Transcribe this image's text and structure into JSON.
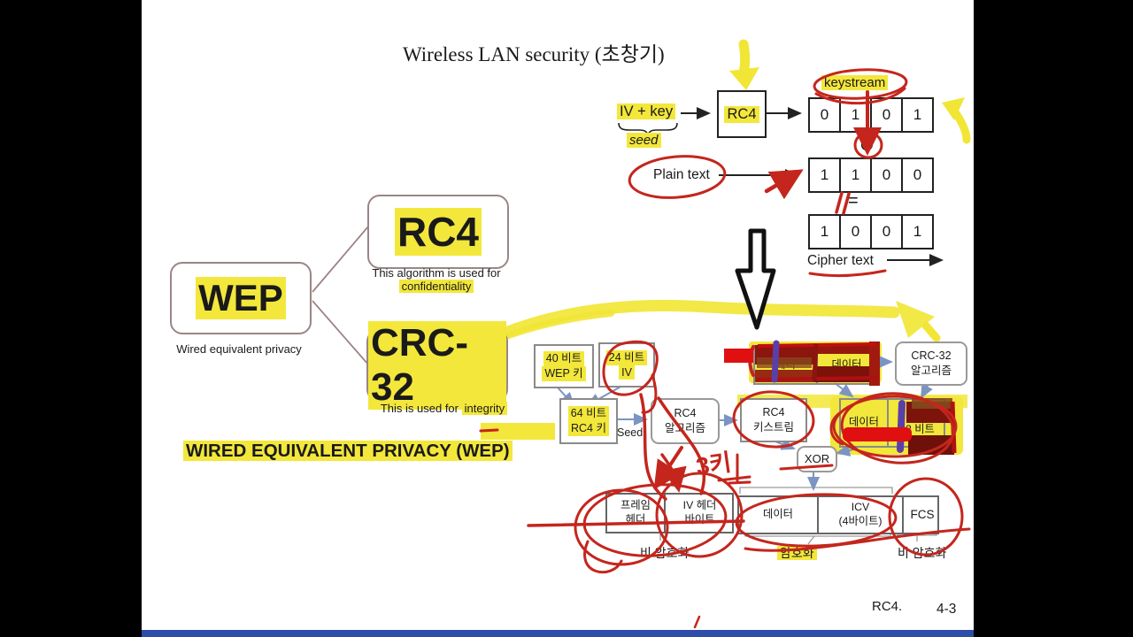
{
  "slide": {
    "title": "Wireless LAN security (초창기)",
    "footer_label": "RC4.",
    "page_number": "4-3"
  },
  "rc4_demo": {
    "iv_key_label": "IV + key",
    "seed_label": "seed",
    "rc4_label": "RC4",
    "keystream_label": "keystream",
    "xor_symbol": "⊕",
    "equals_symbol": "=",
    "plain_label": "Plain text",
    "cipher_label": "Cipher text",
    "keystream_bits": [
      "0",
      "1",
      "0",
      "1"
    ],
    "plain_bits": [
      "1",
      "1",
      "0",
      "0"
    ],
    "cipher_bits": [
      "1",
      "0",
      "0",
      "1"
    ]
  },
  "wep_tree": {
    "wep": "WEP",
    "wep_caption": "Wired equivalent privacy",
    "rc4": "RC4",
    "rc4_caption_line1": "This algorithm is used for",
    "rc4_caption_line2": "confidentiality",
    "crc": "CRC-32",
    "crc_caption_line1": "This is used for",
    "crc_caption_line2": "integrity",
    "heading": "WIRED EQUIVALENT PRIVACY (WEP)"
  },
  "wep_diagram": {
    "box_40bit": [
      "40 비트",
      "WEP 키"
    ],
    "box_24bit": [
      "24 비트",
      "IV"
    ],
    "box_64bit": [
      "64 비트",
      "RC4 키"
    ],
    "seed_label": "Seed",
    "rc4_algorithm": [
      "RC4",
      "알고리즘"
    ],
    "rc4_keystream": [
      "RC4",
      "키스트림"
    ],
    "header_cell": "헤더",
    "data_cell": "데이터",
    "crc32_algorithm": [
      "CRC-32",
      "알고리즘"
    ],
    "data_cell2": "데이터",
    "icv_32bit": [
      "ICV",
      "32 비트"
    ],
    "xor_label": "XOR",
    "handwritten_note": "3키"
  },
  "frame": {
    "cells": [
      [
        "프레임",
        "헤더"
      ],
      [
        "IV 헤더",
        "바이트"
      ],
      [
        "데이터"
      ],
      [
        "ICV",
        "(4바이트)"
      ],
      [
        "FCS"
      ]
    ],
    "label_left": "비 암호화",
    "label_mid": "암호화",
    "label_right": "비 암호화"
  },
  "colors": {
    "highlight_yellow": "#f3e73b",
    "pen_red": "#c4261d",
    "solid_red": "#e01010",
    "scribble_maroon": "#8c150e",
    "scribble_purple": "#5b3fa8",
    "arrow_blue": "#7b94c4",
    "tree_border_brown": "#9b8585",
    "bottom_bar_blue": "#2d4da8",
    "side_bar_black": "#000000"
  }
}
